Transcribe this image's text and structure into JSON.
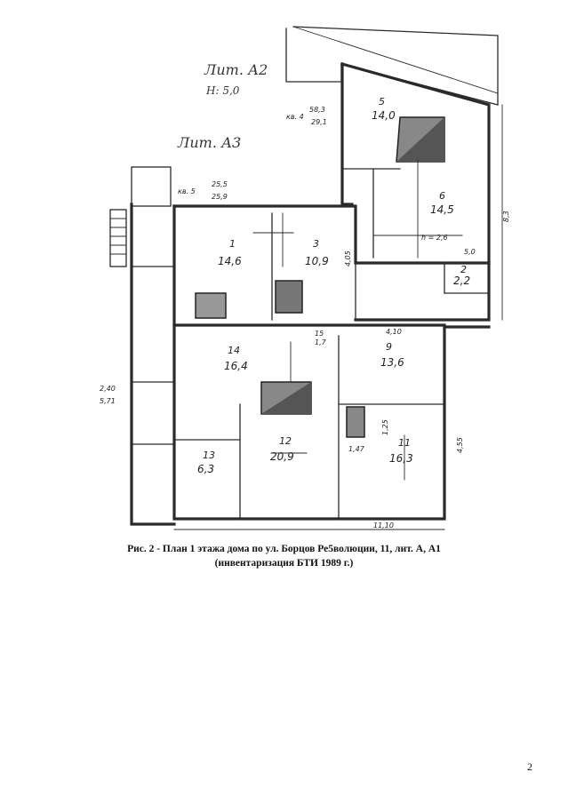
{
  "caption": {
    "line1": "Рис. 2 - План 1 этажа дома по ул. Борцов Ре5волюции, 11, лит. А, А1",
    "line2": "(инвентаризация БТИ 1989 г.)"
  },
  "page_number": "2",
  "plan": {
    "rooms": [
      {
        "num": "1",
        "area": "14,6"
      },
      {
        "num": "3",
        "area": "10,9"
      },
      {
        "num": "5",
        "area": "14,0"
      },
      {
        "num": "6",
        "area": "14,5"
      },
      {
        "num": "2",
        "area": "2,2"
      },
      {
        "num": "14",
        "area": "16,4"
      },
      {
        "num": "15",
        "area": "1,7"
      },
      {
        "num": "9",
        "area": "13,6"
      },
      {
        "num": "12",
        "area": "20,9"
      },
      {
        "num": "13",
        "area": "6,3"
      },
      {
        "num": "11",
        "area": "16,3"
      }
    ],
    "apartments": [
      {
        "label": "кв. 4",
        "top": "58,3",
        "bottom": "29,1"
      },
      {
        "label": "кв. 5",
        "top": "25,5",
        "bottom": "25,9"
      }
    ],
    "notes": {
      "height": "h = 2,6",
      "litera_a2": "Лит. А2",
      "litera_a2_h": "Н: 5,0",
      "litera_a3": "Лит. А3",
      "dim_overall": "11,10",
      "dim_8_3": "8,3",
      "dim_5_0": "5,0",
      "dim_4_05": "4,05",
      "dim_4_10": "4,10",
      "dim_1_25": "1,25",
      "dim_1_47": "1,47",
      "dim_2_40": "2,40",
      "dim_5_71": "5,71",
      "dim_4_55": "4,55"
    }
  }
}
